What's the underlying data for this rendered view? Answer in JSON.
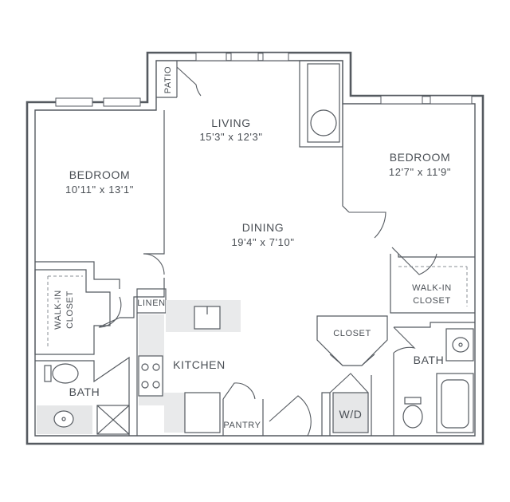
{
  "rooms": {
    "living": {
      "name": "LIVING",
      "dim": "15'3\" x 12'3\""
    },
    "dining": {
      "name": "DINING",
      "dim": "19'4\" x 7'10\""
    },
    "bedroom_left": {
      "name": "BEDROOM",
      "dim": "10'11\" x 13'1\""
    },
    "bedroom_right": {
      "name": "BEDROOM",
      "dim": "12'7\" x 11'9\""
    },
    "kitchen": {
      "name": "KITCHEN"
    },
    "bath_left": {
      "name": "BATH"
    },
    "bath_right": {
      "name": "BATH"
    },
    "walkin_left": {
      "line1": "WALK-IN",
      "line2": "CLOSET"
    },
    "walkin_right": {
      "line1": "WALK-IN",
      "line2": "CLOSET"
    },
    "closet": {
      "name": "CLOSET"
    },
    "linen": {
      "name": "LINEN"
    },
    "pantry": {
      "name": "PANTRY"
    },
    "patio": {
      "name": "PATIO"
    },
    "laundry": {
      "name": "W/D"
    }
  },
  "colors": {
    "wall": "#555a60",
    "fill_gray": "#e6e7e8",
    "text": "#4a4f55"
  }
}
